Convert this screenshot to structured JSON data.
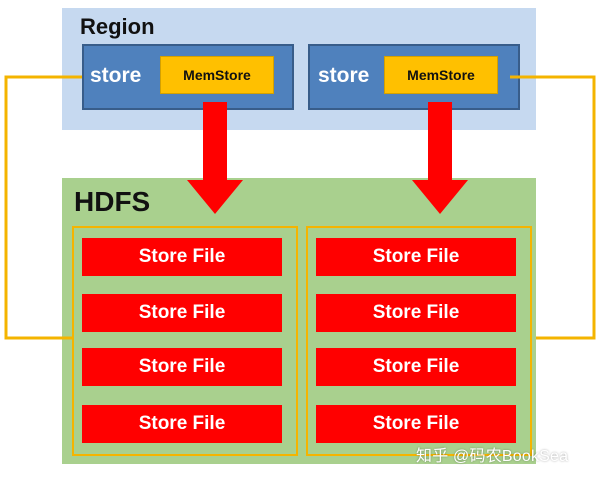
{
  "region": {
    "title": "Region",
    "stores": [
      {
        "label": "store",
        "memstore": "MemStore"
      },
      {
        "label": "store",
        "memstore": "MemStore"
      }
    ]
  },
  "hdfs": {
    "title": "HDFS",
    "columns": [
      {
        "files": [
          "Store File",
          "Store File",
          "Store File",
          "Store File"
        ]
      },
      {
        "files": [
          "Store File",
          "Store File",
          "Store File",
          "Store File"
        ]
      }
    ]
  },
  "watermark": "知乎 @码农BookSea",
  "colors": {
    "region_bg": "#c6d9f0",
    "store_blue": "#4f81bd",
    "memstore_yellow": "#ffc000",
    "hdfs_green": "#a9d08e",
    "store_file_red": "#ff0000",
    "arrow_red": "#ff0000",
    "connector_yellow": "#f4b400"
  }
}
